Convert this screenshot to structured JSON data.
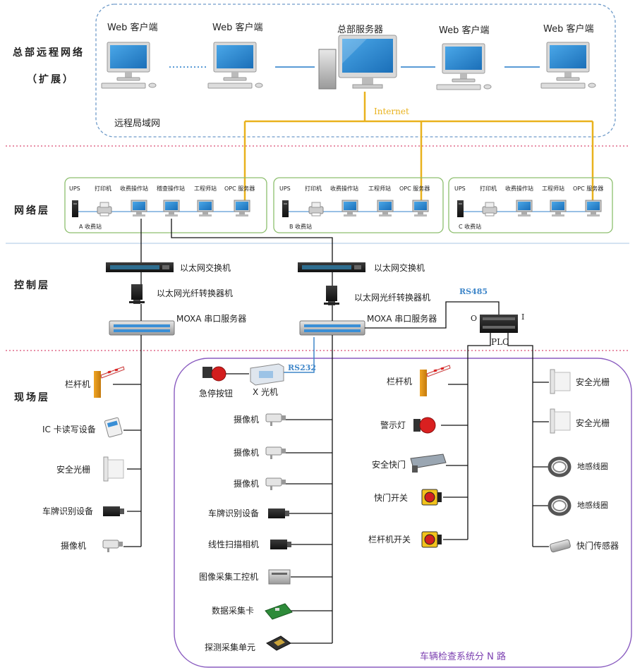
{
  "layers": {
    "hq": "总部远程网络",
    "hq_sub": "（扩展）",
    "network": "网络层",
    "control": "控制层",
    "field": "现场层"
  },
  "hq": {
    "web_client": "Web 客户端",
    "server": "总部服务器",
    "lan": "远程局域网",
    "internet": "Internet"
  },
  "stations": {
    "a": {
      "name": "A 收费站",
      "devices": [
        "UPS",
        "打印机",
        "收费操作站",
        "稽查操作站",
        "工程师站",
        "OPC 服务器"
      ]
    },
    "b": {
      "name": "B 收费站",
      "devices": [
        "UPS",
        "打印机",
        "收费操作站",
        "工程师站",
        "OPC 服务器"
      ]
    },
    "c": {
      "name": "C 收费站",
      "devices": [
        "UPS",
        "打印机",
        "收费操作站",
        "工程师站",
        "OPC 服务器"
      ]
    }
  },
  "control": {
    "switch": "以太网交换机",
    "converter": "以太网光纤转换器机",
    "moxa": "MOXA 串口服务器",
    "rs485": "RS485",
    "plc": "PLC",
    "plc_o": "O",
    "plc_i": "I"
  },
  "field_left": [
    "栏杆机",
    "IC 卡读写设备",
    "安全光栅",
    "车牌识别设备",
    "摄像机"
  ],
  "field_center": {
    "estop": "急停按钮",
    "xray": "X 光机",
    "rs232": "RS232",
    "devices": [
      "摄像机",
      "摄像机",
      "摄像机",
      "车牌识别设备",
      "线性扫描相机",
      "图像采集工控机",
      "数据采集卡",
      "探测采集单元"
    ]
  },
  "field_plc_o": [
    "栏杆机",
    "警示灯",
    "安全快门",
    "快门开关",
    "栏杆机开关"
  ],
  "field_plc_i": [
    "安全光栅",
    "安全光栅",
    "地感线圈",
    "地感线圈",
    "快门传感器"
  ],
  "footer": "车辆检查系统分 N 路",
  "colors": {
    "accent_gold": "#e9b21d",
    "link_blue": "#3e86c9",
    "frame_purple": "#8a5cc0",
    "station_green": "#8dbf6e",
    "divider_pink": "#e06a8a"
  }
}
